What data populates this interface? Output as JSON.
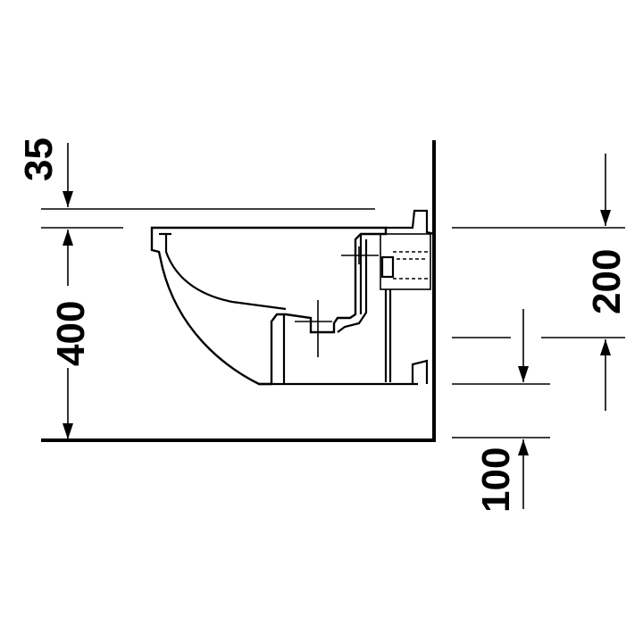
{
  "dimensions": {
    "top_gap": "35",
    "height_to_rim": "400",
    "fixing_spacing": "200",
    "fixing_height": "100"
  }
}
